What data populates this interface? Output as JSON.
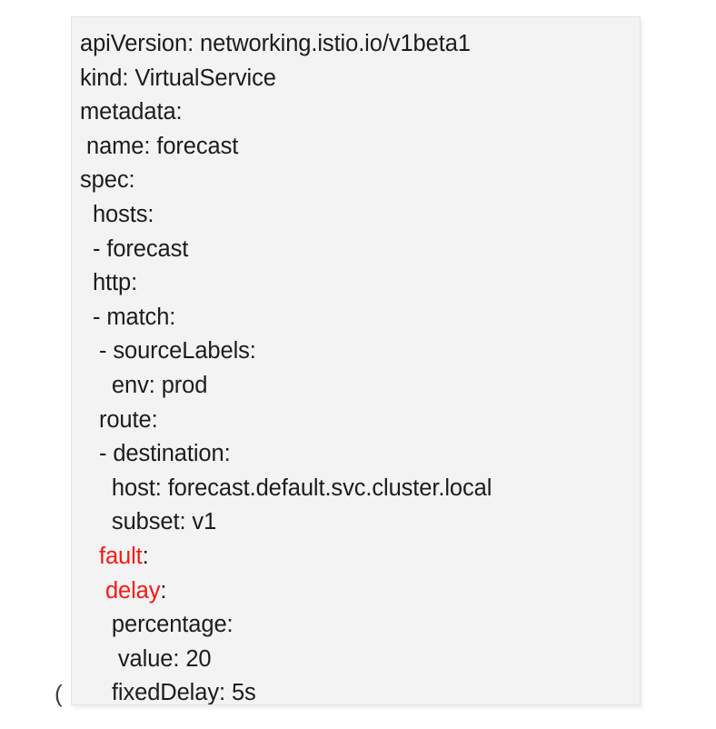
{
  "page": {
    "background_color": "#ffffff",
    "edge_glyph": "("
  },
  "panel": {
    "background_color": "#f3f3f3",
    "border_color": "#e2e2e2",
    "text_color": "#1c1c1c",
    "highlight_color": "#f51b16"
  },
  "yaml": {
    "title": "VirtualService",
    "lines": [
      {
        "indent": "",
        "text": "apiVersion: networking.istio.io/v1beta1",
        "highlight": ""
      },
      {
        "indent": "",
        "text": "kind: VirtualService",
        "highlight": ""
      },
      {
        "indent": "",
        "text": "metadata:",
        "highlight": ""
      },
      {
        "indent": " ",
        "text": "name: forecast",
        "highlight": ""
      },
      {
        "indent": "",
        "text": "spec:",
        "highlight": ""
      },
      {
        "indent": "  ",
        "text": "hosts:",
        "highlight": ""
      },
      {
        "indent": "  ",
        "text": "- forecast",
        "highlight": ""
      },
      {
        "indent": "  ",
        "text": "http:",
        "highlight": ""
      },
      {
        "indent": "  ",
        "text": "- match:",
        "highlight": ""
      },
      {
        "indent": "   ",
        "text": "- sourceLabels:",
        "highlight": ""
      },
      {
        "indent": "     ",
        "text": "env: prod",
        "highlight": ""
      },
      {
        "indent": "   ",
        "text": "route:",
        "highlight": ""
      },
      {
        "indent": "   ",
        "text": "- destination:",
        "highlight": ""
      },
      {
        "indent": "     ",
        "text": "host: forecast.default.svc.cluster.local",
        "highlight": ""
      },
      {
        "indent": "     ",
        "text": "subset: v1",
        "highlight": ""
      },
      {
        "indent": "   ",
        "text": ":",
        "highlight": "fault"
      },
      {
        "indent": "    ",
        "text": ":",
        "highlight": "delay"
      },
      {
        "indent": "     ",
        "text": "percentage:",
        "highlight": ""
      },
      {
        "indent": "      ",
        "text": "value: 20",
        "highlight": ""
      },
      {
        "indent": "     ",
        "text": "fixedDelay: 5s",
        "highlight": ""
      }
    ]
  }
}
